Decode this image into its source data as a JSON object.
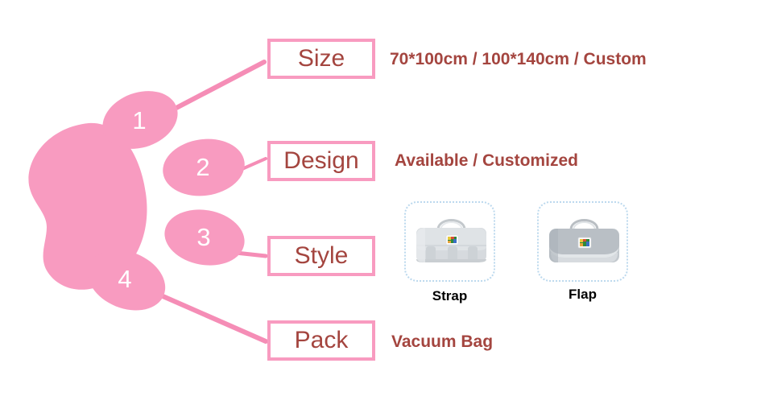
{
  "theme": {
    "pink": "#f89bc0",
    "pink_deep": "#f58db6",
    "text_red": "#a4453f",
    "dotted_blue": "#bcd9ee",
    "white": "#ffffff",
    "black": "#000000"
  },
  "paw": {
    "name": "paw-print-graphic",
    "numbers": [
      "1",
      "2",
      "3",
      "4"
    ]
  },
  "rows": [
    {
      "number": "1",
      "label": "Size",
      "detail": "70*100cm / 100*140cm / Custom"
    },
    {
      "number": "2",
      "label": "Design",
      "detail": "Available /   Customized"
    },
    {
      "number": "3",
      "label": "Style",
      "detail": ""
    },
    {
      "number": "4",
      "label": "Pack",
      "detail": "Vacuum Bag"
    }
  ],
  "style_options": [
    {
      "caption": "Strap",
      "icon": "grey-strap-bag-image"
    },
    {
      "caption": "Flap",
      "icon": "grey-flap-bag-image"
    }
  ]
}
